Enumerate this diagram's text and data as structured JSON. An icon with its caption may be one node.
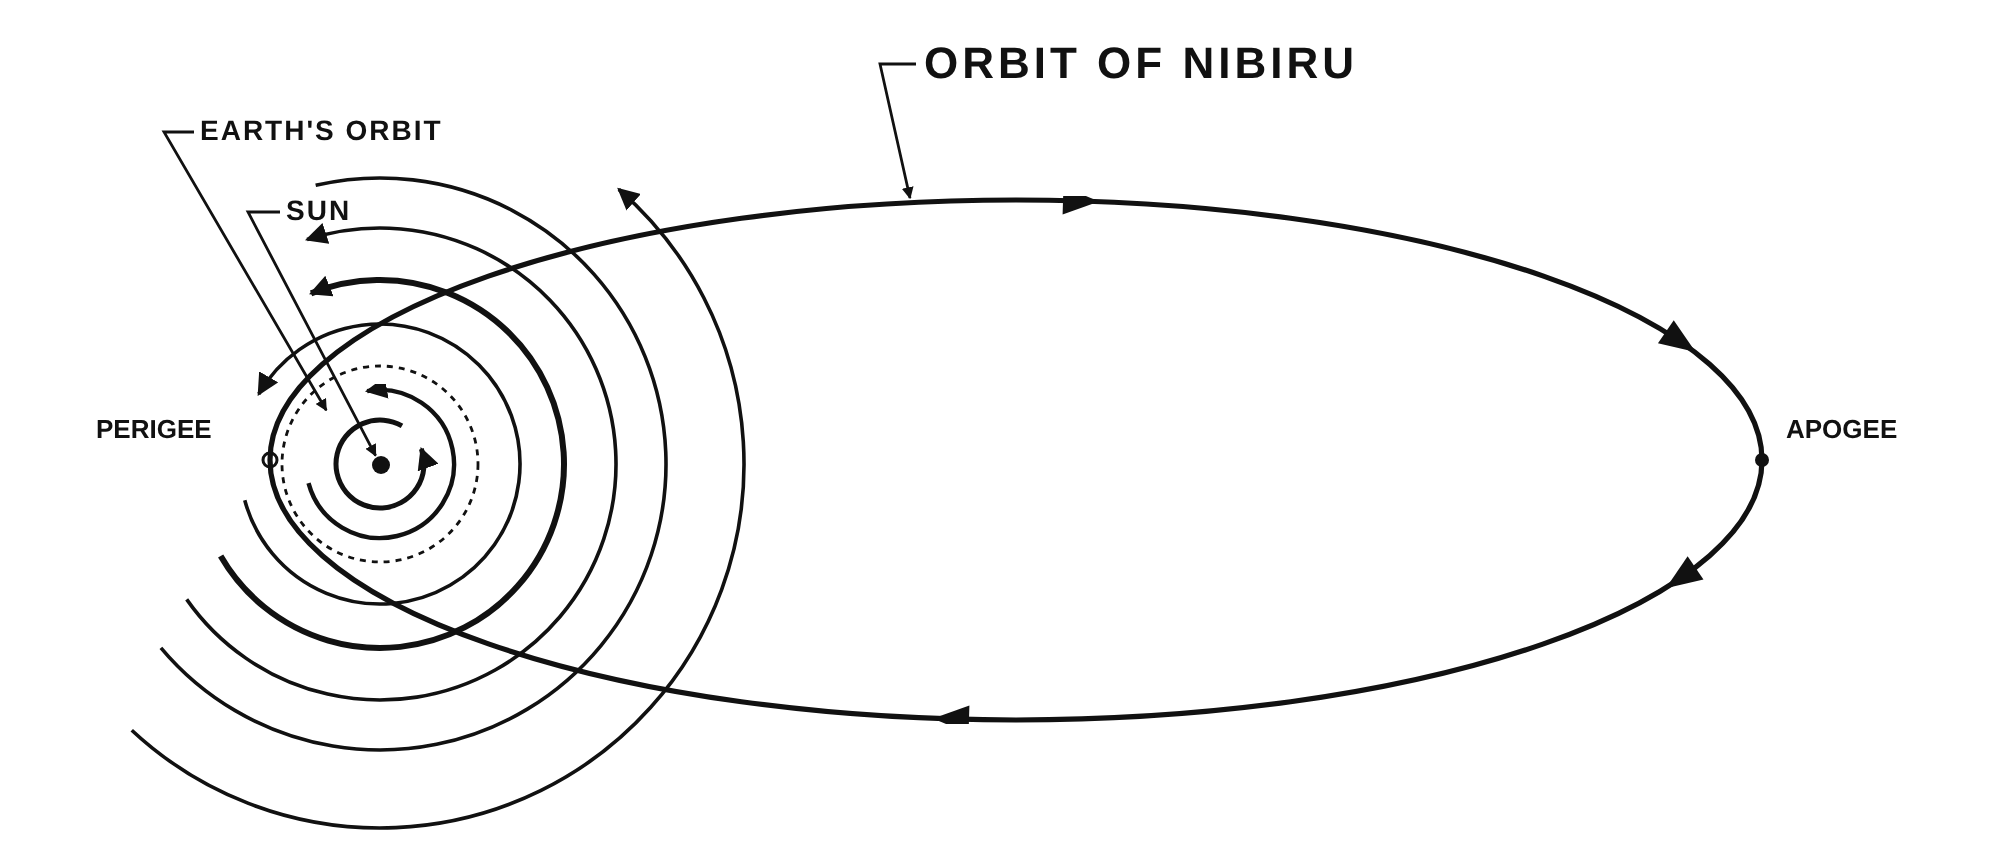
{
  "diagram": {
    "nodes": [
      {
        "text": [
          "ORBIT OF NIBIRU"
        ]
      },
      {
        "text": [
          "EARTH'S ORBIT"
        ]
      },
      {
        "text": [
          "SUN"
        ]
      },
      {
        "text": [],
        "shape": "ellipse"
      },
      {
        "text": [],
        "shape": "circle",
        "in": 3
      },
      {
        "text": [],
        "shape": "circle",
        "in": 4
      }
    ],
    "edges": [
      {
        "from": 0,
        "to": 3,
        "arrow": "to"
      },
      {
        "from": 1,
        "to": 4,
        "arrow": "to"
      },
      {
        "from": 2,
        "to": 5,
        "arrow": "to"
      }
    ],
    "labels": [
      "PERIGEE",
      "APOGEE"
    ]
  }
}
